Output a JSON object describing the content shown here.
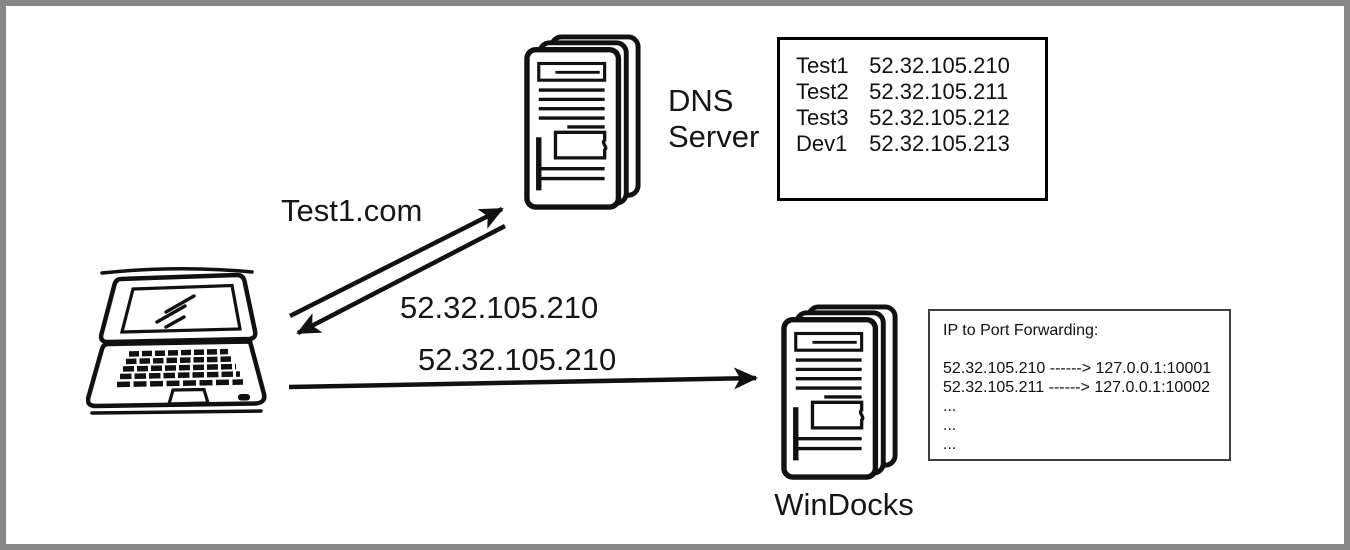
{
  "nodes": {
    "client": {
      "type": "laptop"
    },
    "dns_server": {
      "label": "DNS Server"
    },
    "windocks": {
      "label": "WinDocks"
    }
  },
  "arrows": {
    "dns_query": {
      "label": "Test1.com",
      "from": "laptop",
      "to": "dns-server"
    },
    "dns_response": {
      "label": "52.32.105.210",
      "from": "dns-server",
      "to": "laptop"
    },
    "windocks_request": {
      "label": "52.32.105.210",
      "from": "laptop",
      "to": "windocks"
    }
  },
  "dns_records": {
    "rows": [
      {
        "host": "Test1",
        "ip": "52.32.105.210"
      },
      {
        "host": "Test2",
        "ip": "52.32.105.211"
      },
      {
        "host": "Test3",
        "ip": "52.32.105.212"
      },
      {
        "host": "Dev1",
        "ip": "52.32.105.213"
      }
    ]
  },
  "port_forwarding": {
    "title": "IP to Port Forwarding:",
    "lines": [
      "52.32.105.210 ------> 127.0.0.1:10001",
      "52.32.105.211 ------> 127.0.0.1:10002",
      "...",
      "...",
      "..."
    ]
  },
  "colors": {
    "ink": "#111111",
    "frame_gray": "#878787"
  }
}
